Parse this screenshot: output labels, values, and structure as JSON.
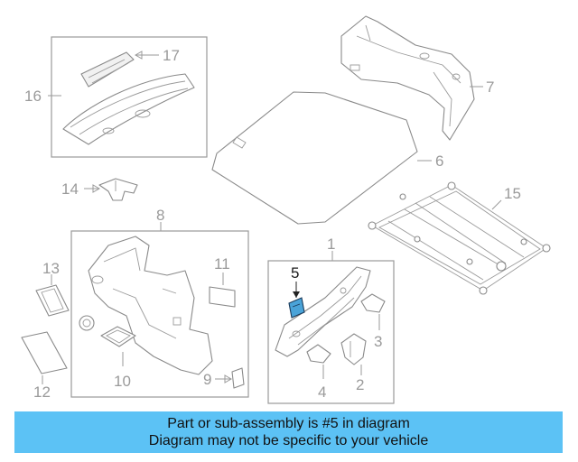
{
  "callouts": {
    "c1": "1",
    "c2": "2",
    "c3": "3",
    "c4": "4",
    "c5": "5",
    "c6": "6",
    "c7": "7",
    "c8": "8",
    "c9": "9",
    "c10": "10",
    "c11": "11",
    "c12": "12",
    "c13": "13",
    "c14": "14",
    "c15": "15",
    "c16": "16",
    "c17": "17"
  },
  "highlighted_part": "5",
  "highlight_color": "#4aa3d8",
  "banner": {
    "line1": "Part or sub-assembly is #5 in diagram",
    "line2": "Diagram may not be specific to your vehicle",
    "background": "#5cc2f5"
  }
}
